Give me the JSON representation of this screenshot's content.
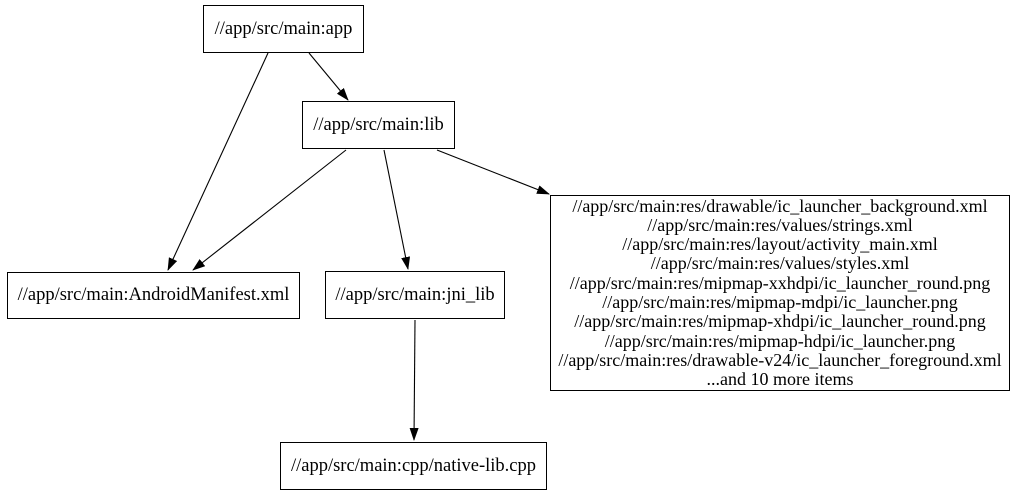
{
  "diagram": {
    "kind": "build-dependency-graph",
    "colors": {
      "background": "#ffffff",
      "node_border": "#000000",
      "text": "#000000",
      "edge": "#000000"
    },
    "nodes": {
      "app": {
        "label": "//app/src/main:app"
      },
      "lib": {
        "label": "//app/src/main:lib"
      },
      "manifest": {
        "label": "//app/src/main:AndroidManifest.xml"
      },
      "jni_lib": {
        "label": "//app/src/main:jni_lib"
      },
      "native": {
        "label": "//app/src/main:cpp/native-lib.cpp"
      },
      "resources": {
        "lines": [
          "//app/src/main:res/drawable/ic_launcher_background.xml",
          "//app/src/main:res/values/strings.xml",
          "//app/src/main:res/layout/activity_main.xml",
          "//app/src/main:res/values/styles.xml",
          "//app/src/main:res/mipmap-xxhdpi/ic_launcher_round.png",
          "//app/src/main:res/mipmap-mdpi/ic_launcher.png",
          "//app/src/main:res/mipmap-xhdpi/ic_launcher_round.png",
          "//app/src/main:res/mipmap-hdpi/ic_launcher.png",
          "//app/src/main:res/drawable-v24/ic_launcher_foreground.xml",
          "...and 10 more items"
        ]
      }
    },
    "edges": [
      {
        "from": "//app/src/main:app",
        "to": "//app/src/main:lib"
      },
      {
        "from": "//app/src/main:app",
        "to": "//app/src/main:AndroidManifest.xml"
      },
      {
        "from": "//app/src/main:lib",
        "to": "//app/src/main:AndroidManifest.xml"
      },
      {
        "from": "//app/src/main:lib",
        "to": "//app/src/main:jni_lib"
      },
      {
        "from": "//app/src/main:lib",
        "to": "resources-group"
      },
      {
        "from": "//app/src/main:jni_lib",
        "to": "//app/src/main:cpp/native-lib.cpp"
      }
    ]
  }
}
